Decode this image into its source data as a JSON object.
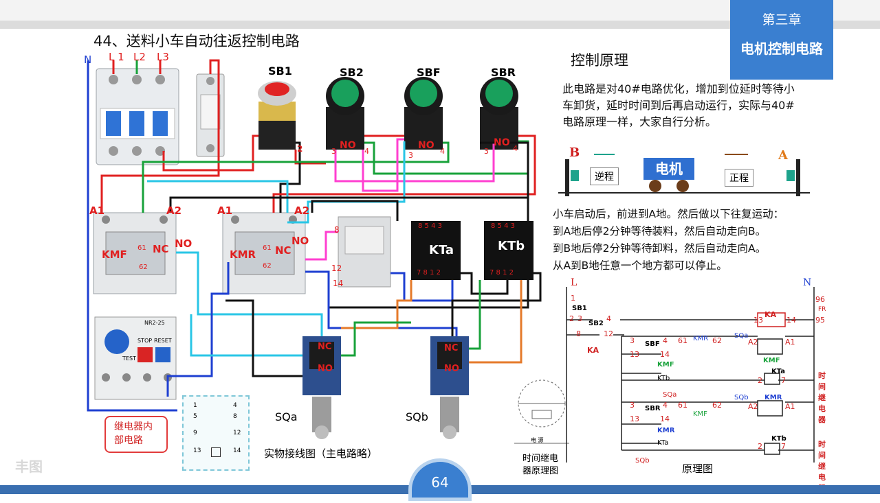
{
  "header": {
    "chapter_no": "第三章",
    "chapter_name": "电机控制电路"
  },
  "title": "44、送料小车自动往返控制电路",
  "wiring": {
    "phase_labels": {
      "N": "N",
      "L1": "L 1",
      "L2": "L2",
      "L3": "L3"
    },
    "buttons": [
      "SB1",
      "SB2",
      "SBF",
      "SBR"
    ],
    "button_terminals": {
      "no": "NO",
      "t2": "2",
      "t3": "3",
      "t4": "4"
    },
    "contactors": [
      {
        "a1": "A1",
        "a2": "A2",
        "label": "KMF",
        "nc": "NC",
        "no": "NO",
        "n61": "61",
        "n62": "62"
      },
      {
        "a1": "A1",
        "a2": "A2",
        "label": "KMR",
        "nc": "NC",
        "no": "NO",
        "n61": "61",
        "n62": "62"
      }
    ],
    "relay_pins": {
      "p8": "8",
      "p12": "12",
      "p14": "14"
    },
    "timers": [
      {
        "label": "KTa",
        "top": "8 5 4 3",
        "bottom": "7 8 1 2"
      },
      {
        "label": "KTb",
        "top": "8 5 4 3",
        "bottom": "7 8 1 2"
      }
    ],
    "limit_switches": [
      {
        "label": "SQa",
        "nc": "NC",
        "no": "NO"
      },
      {
        "label": "SQb",
        "nc": "NC",
        "no": "NO"
      }
    ],
    "relay_internal_label": "继电器内\n部电路",
    "relay_internal_pins": [
      "1",
      "4",
      "5",
      "8",
      "9",
      "12",
      "13",
      "14"
    ],
    "caption": "实物接线图（主电路略）",
    "overload_labels": {
      "stop": "STOP",
      "reset": "RESET",
      "test": "TEST",
      "model": "NR2-25"
    }
  },
  "principle": {
    "heading": "控制原理",
    "description": "此电路是对40#电路优化，增加到位延时等待小车卸货，延时时间到后再启动运行，实际与40#电路原理一样，大家自行分析。",
    "cart": {
      "left": "B",
      "right": "A",
      "reverse": "逆程",
      "forward": "正程",
      "motor": "电机"
    },
    "motion_lines": [
      "小车启动后，前进到A地。然后做以下往复运动：",
      "到A地后停2分钟等待装料，然后自动走向B。",
      "到B地后停2分钟等待卸料，然后自动走向A。",
      "从A到B地任意一个地方都可以停止。"
    ]
  },
  "schematic": {
    "L": "L",
    "N": "N",
    "labels": {
      "sb1": "SB1",
      "sb2": "SB2",
      "ka_label": "KA",
      "ka_coil": "KA",
      "fr": "FR",
      "n96": "96",
      "n95": "95",
      "n1": "1",
      "n2": "2",
      "n3": "3",
      "n4": "4",
      "n8": "8",
      "n12": "12",
      "n13": "13",
      "n14": "14",
      "sbf": "SBF",
      "sbr": "SBR",
      "kmr": "KMR",
      "kmf": "KMF",
      "n61": "61",
      "n62": "62",
      "sqa": "SQa",
      "sqb": "SQb",
      "a2": "A2",
      "a1": "A1",
      "kta": "KTa",
      "ktb": "KTb",
      "n7": "7",
      "time_relay": "时间\n继电器"
    },
    "caption": "原理图",
    "timer_caption": "时间继电\n器原理图",
    "timer_source": "电  源"
  },
  "page_number": "64",
  "watermark": "丰图"
}
